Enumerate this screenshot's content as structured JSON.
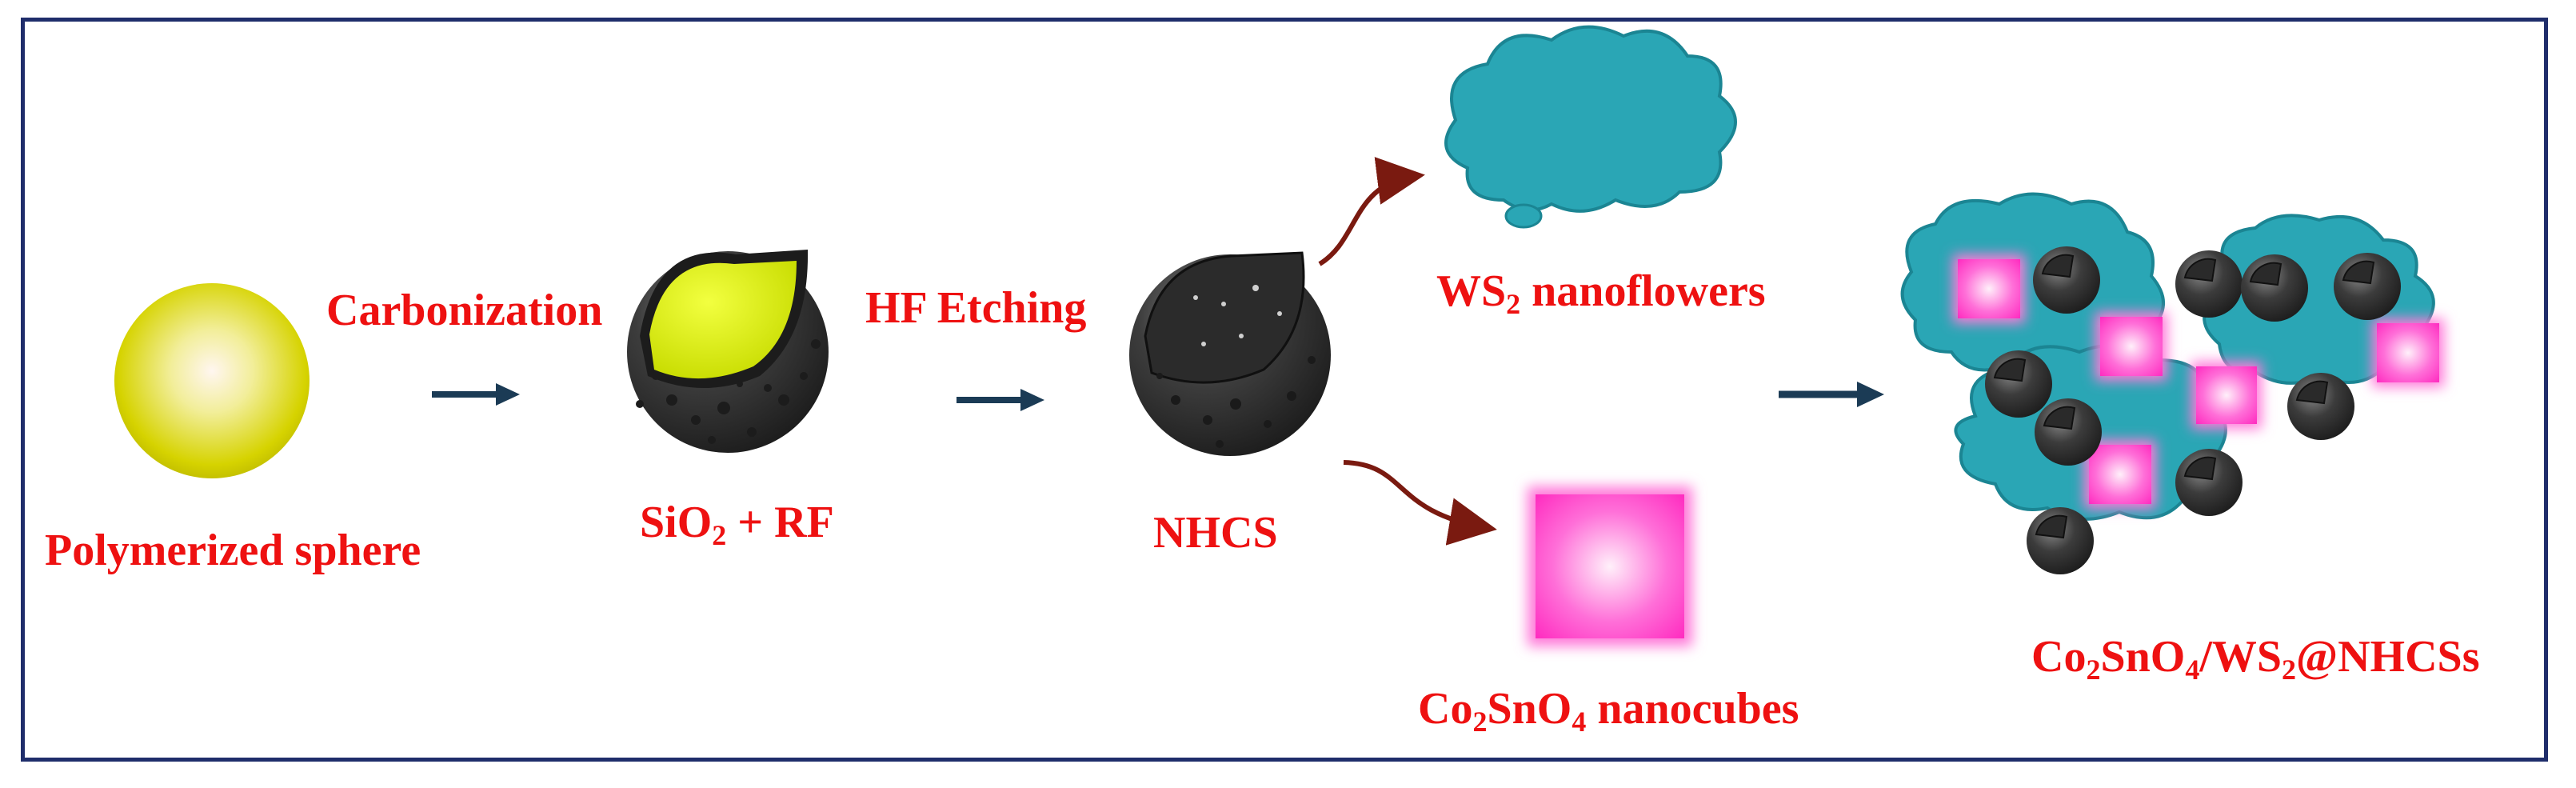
{
  "labels": {
    "polymerized_sphere": "Polymerized sphere",
    "carbonization": "Carbonization",
    "sio2_rf": {
      "a": "SiO",
      "a_sub": "2",
      "b": " + RF"
    },
    "hf_etching": "HF Etching",
    "nhcs": "NHCS",
    "ws2_nanoflowers": {
      "a": "WS",
      "a_sub": "2",
      "b": " nanoflowers"
    },
    "co2sno4_nanocubes": {
      "a": "Co",
      "a_sub": "2",
      "b": "SnO",
      "b_sub": "4",
      "c": " nanocubes"
    },
    "composite": {
      "a": "Co",
      "a_sub": "2",
      "b": "SnO",
      "b_sub": "4",
      "c": "/WS",
      "c_sub": "2",
      "d": "@NHCSs"
    }
  },
  "colors": {
    "label_red": "#ee1111",
    "frame_navy": "#1f2d6b",
    "arrow_navy": "#1b3b55",
    "curve_arrow": "#7a1a10",
    "sphere_dark": "#3a3a3a",
    "yellow_core": "#d8ea00",
    "teal_cloud": "#2aa6b5",
    "magenta_cube": "#ff44cc"
  },
  "icons": [
    "polymer-sphere",
    "sio2-rf-sphere",
    "nhcs-sphere",
    "ws2-nanoflower-cloud",
    "co2sno4-nanocube",
    "composite-cluster"
  ]
}
